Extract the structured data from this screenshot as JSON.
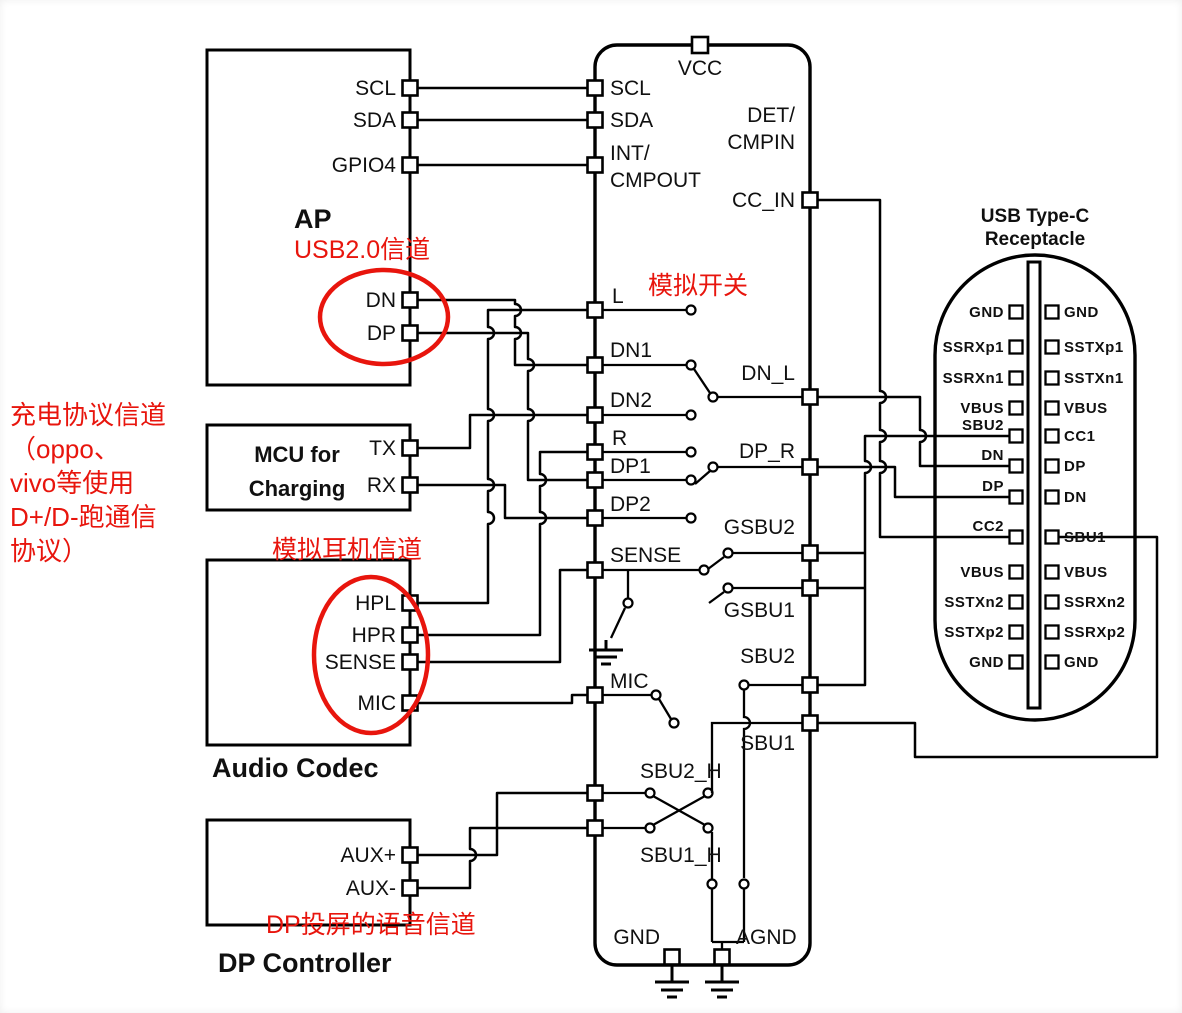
{
  "colors": {
    "accent_red": "#e8150d",
    "wire": "#000000",
    "background": "#ffffff"
  },
  "annotations": {
    "usb2_channel": "USB2.0信道",
    "analog_switch": "模拟开关",
    "headphone_channel": "模拟耳机信道",
    "dp_audio_channel": "DP投屏的语音信道",
    "charging_channel_lines": [
      "充电协议信道",
      "（oppo、",
      "vivo等使用",
      "D+/D-跑通信",
      "协议）"
    ]
  },
  "blocks": {
    "ap": {
      "title": "AP",
      "pins": {
        "scl": "SCL",
        "sda": "SDA",
        "gpio4": "GPIO4",
        "dn": "DN",
        "dp": "DP"
      }
    },
    "mcu": {
      "title1": "MCU for",
      "title2": "Charging",
      "pins": {
        "tx": "TX",
        "rx": "RX"
      }
    },
    "audio_codec": {
      "title": "Audio Codec",
      "pins": {
        "hpl": "HPL",
        "hpr": "HPR",
        "sense": "SENSE",
        "mic": "MIC"
      }
    },
    "dp_controller": {
      "title": "DP Controller",
      "pins": {
        "aux_p": "AUX+",
        "aux_n": "AUX-"
      }
    }
  },
  "ic": {
    "pins": {
      "vcc": "VCC",
      "scl": "SCL",
      "sda": "SDA",
      "int1": "INT/",
      "int2": "CMPOUT",
      "l": "L",
      "dn1": "DN1",
      "dn2": "DN2",
      "r": "R",
      "dp1": "DP1",
      "dp2": "DP2",
      "sense": "SENSE",
      "mic": "MIC",
      "sbu2_h": "SBU2_H",
      "sbu1_h": "SBU1_H",
      "det1": "DET/",
      "det2": "CMPIN",
      "cc_in": "CC_IN",
      "dn_l": "DN_L",
      "dp_r": "DP_R",
      "gsbu2": "GSBU2",
      "gsbu1": "GSBU1",
      "sbu2": "SBU2",
      "sbu1": "SBU1",
      "gnd": "GND",
      "agnd": "AGND"
    }
  },
  "receptacle": {
    "title1": "USB Type-C",
    "title2": "Receptacle",
    "left_pins": [
      "GND",
      "SSRXp1",
      "SSRXn1",
      "VBUS",
      "SBU2",
      "DN",
      "DP",
      "CC2",
      "VBUS",
      "SSTXn2",
      "SSTXp2",
      "GND"
    ],
    "right_pins": [
      "GND",
      "SSTXp1",
      "SSTXn1",
      "VBUS",
      "CC1",
      "DP",
      "DN",
      "SBU1",
      "VBUS",
      "SSRXn2",
      "SSRXp2",
      "GND"
    ]
  }
}
